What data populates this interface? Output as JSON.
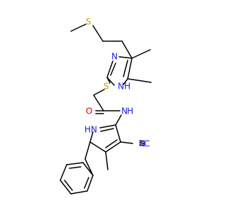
{
  "atoms": [
    {
      "text": "S",
      "color": "#c8a000"
    },
    {
      "text": "S",
      "color": "#c8a000"
    },
    {
      "text": "N",
      "color": "#2020e0"
    },
    {
      "text": "NH",
      "color": "#2020e0"
    },
    {
      "text": "O",
      "color": "#e00000"
    },
    {
      "text": "N",
      "color": "#2020e0"
    },
    {
      "text": "H",
      "color": "#2020e0"
    },
    {
      "text": "HN",
      "color": "#2020e0"
    },
    {
      "text": "N",
      "color": "#2020e0"
    },
    {
      "text": "C",
      "color": "#2020e0"
    }
  ]
}
